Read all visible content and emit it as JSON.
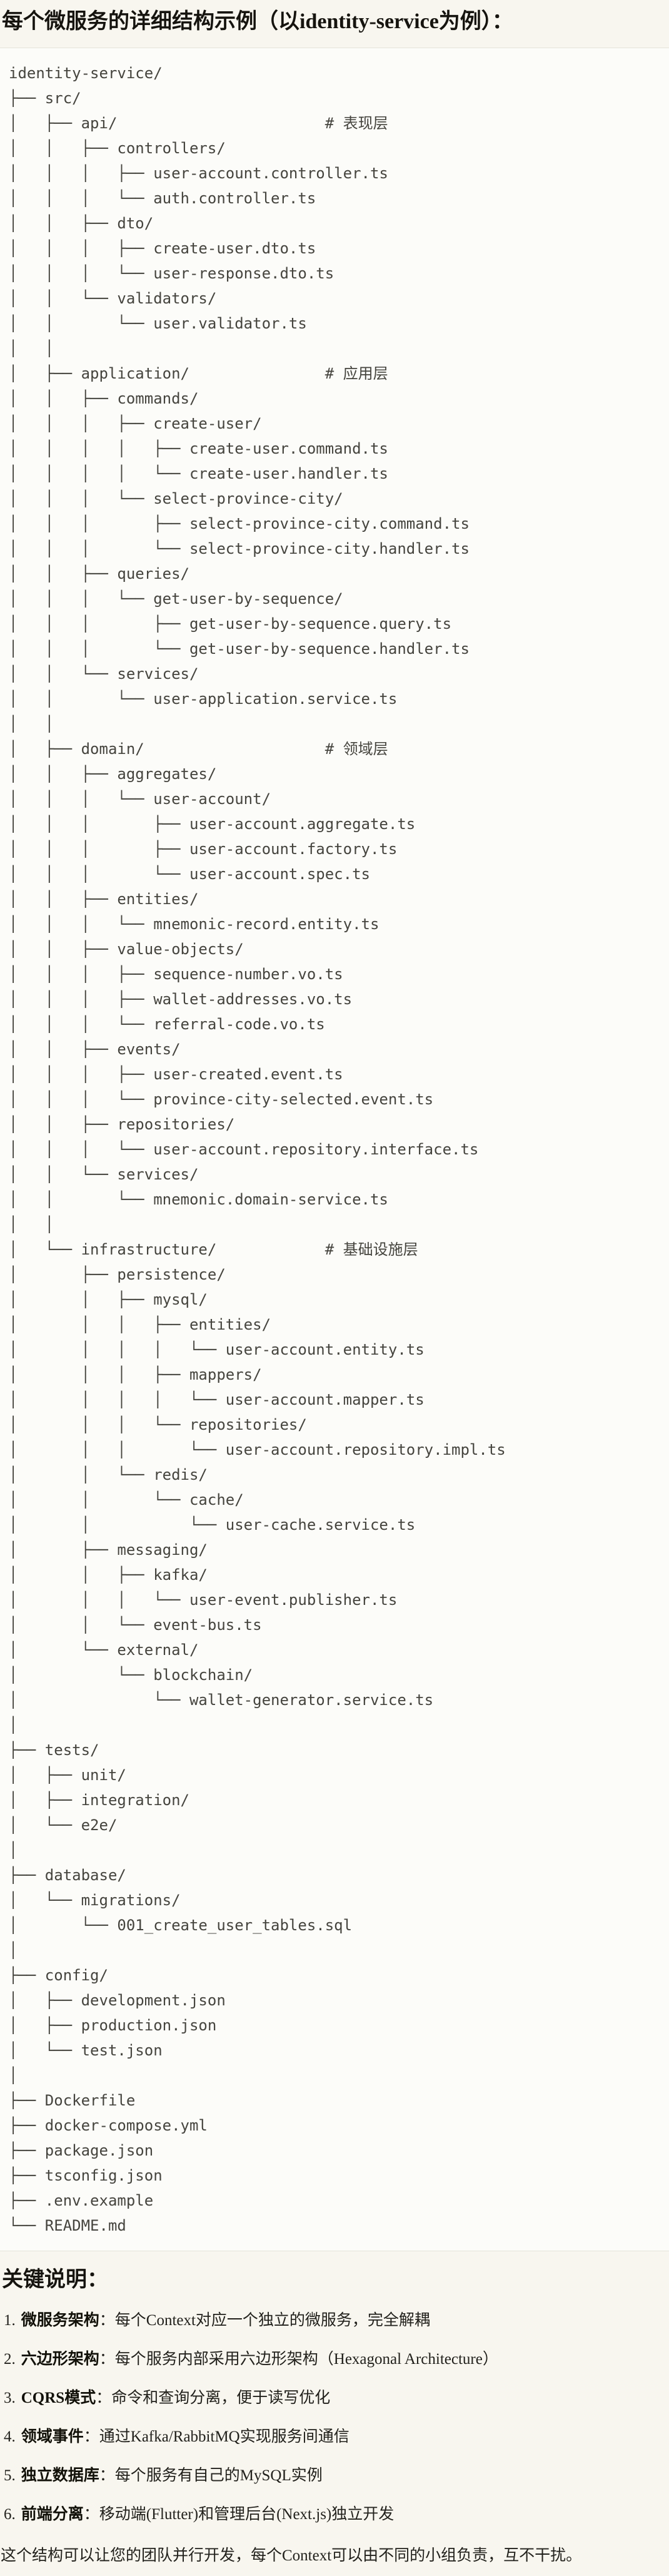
{
  "page": {
    "title": "每个微服务的详细结构示例（以identity-service为例）：",
    "notes_heading": "关键说明：",
    "closing": "这个结构可以让您的团队并行开发，每个Context可以由不同的小组负责，互不干扰。"
  },
  "colors": {
    "page_background": "#F8F6EF",
    "code_background": "#FCFCF9",
    "code_border": "#E6E4DA",
    "code_text": "#45443E",
    "heading_text": "#16140F",
    "body_text": "#22211C"
  },
  "code_block": {
    "content_type": "directory-tree",
    "root": "identity-service/",
    "layer_comments": [
      "# 表现层",
      "# 应用层",
      "# 领域层",
      "# 基础设施层"
    ],
    "tree_lines": [
      "identity-service/",
      "├── src/",
      "│   ├── api/                       # 表现层",
      "│   │   ├── controllers/",
      "│   │   │   ├── user-account.controller.ts",
      "│   │   │   └── auth.controller.ts",
      "│   │   ├── dto/",
      "│   │   │   ├── create-user.dto.ts",
      "│   │   │   └── user-response.dto.ts",
      "│   │   └── validators/",
      "│   │       └── user.validator.ts",
      "│   │",
      "│   ├── application/               # 应用层",
      "│   │   ├── commands/",
      "│   │   │   ├── create-user/",
      "│   │   │   │   ├── create-user.command.ts",
      "│   │   │   │   └── create-user.handler.ts",
      "│   │   │   └── select-province-city/",
      "│   │   │       ├── select-province-city.command.ts",
      "│   │   │       └── select-province-city.handler.ts",
      "│   │   ├── queries/",
      "│   │   │   └── get-user-by-sequence/",
      "│   │   │       ├── get-user-by-sequence.query.ts",
      "│   │   │       └── get-user-by-sequence.handler.ts",
      "│   │   └── services/",
      "│   │       └── user-application.service.ts",
      "│   │",
      "│   ├── domain/                    # 领域层",
      "│   │   ├── aggregates/",
      "│   │   │   └── user-account/",
      "│   │   │       ├── user-account.aggregate.ts",
      "│   │   │       ├── user-account.factory.ts",
      "│   │   │       └── user-account.spec.ts",
      "│   │   ├── entities/",
      "│   │   │   └── mnemonic-record.entity.ts",
      "│   │   ├── value-objects/",
      "│   │   │   ├── sequence-number.vo.ts",
      "│   │   │   ├── wallet-addresses.vo.ts",
      "│   │   │   └── referral-code.vo.ts",
      "│   │   ├── events/",
      "│   │   │   ├── user-created.event.ts",
      "│   │   │   └── province-city-selected.event.ts",
      "│   │   ├── repositories/",
      "│   │   │   └── user-account.repository.interface.ts",
      "│   │   └── services/",
      "│   │       └── mnemonic.domain-service.ts",
      "│   │",
      "│   └── infrastructure/            # 基础设施层",
      "│       ├── persistence/",
      "│       │   ├── mysql/",
      "│       │   │   ├── entities/",
      "│       │   │   │   └── user-account.entity.ts",
      "│       │   │   ├── mappers/",
      "│       │   │   │   └── user-account.mapper.ts",
      "│       │   │   └── repositories/",
      "│       │   │       └── user-account.repository.impl.ts",
      "│       │   └── redis/",
      "│       │       └── cache/",
      "│       │           └── user-cache.service.ts",
      "│       ├── messaging/",
      "│       │   ├── kafka/",
      "│       │   │   └── user-event.publisher.ts",
      "│       │   └── event-bus.ts",
      "│       └── external/",
      "│           └── blockchain/",
      "│               └── wallet-generator.service.ts",
      "│",
      "├── tests/",
      "│   ├── unit/",
      "│   ├── integration/",
      "│   └── e2e/",
      "│",
      "├── database/",
      "│   └── migrations/",
      "│       └── 001_create_user_tables.sql",
      "│",
      "├── config/",
      "│   ├── development.json",
      "│   ├── production.json",
      "│   └── test.json",
      "│",
      "├── Dockerfile",
      "├── docker-compose.yml",
      "├── package.json",
      "├── tsconfig.json",
      "├── .env.example",
      "└── README.md"
    ]
  },
  "notes": {
    "items": [
      {
        "num": "1.",
        "label": "微服务架构",
        "text": "：每个Context对应一个独立的微服务，完全解耦"
      },
      {
        "num": "2.",
        "label": "六边形架构",
        "text": "：每个服务内部采用六边形架构（Hexagonal Architecture）"
      },
      {
        "num": "3.",
        "label": "CQRS模式",
        "text": "：命令和查询分离，便于读写优化"
      },
      {
        "num": "4.",
        "label": "领域事件",
        "text": "：通过Kafka/RabbitMQ实现服务间通信"
      },
      {
        "num": "5.",
        "label": "独立数据库",
        "text": "：每个服务有自己的MySQL实例"
      },
      {
        "num": "6.",
        "label": "前端分离",
        "text": "：移动端(Flutter)和管理后台(Next.js)独立开发"
      }
    ]
  }
}
